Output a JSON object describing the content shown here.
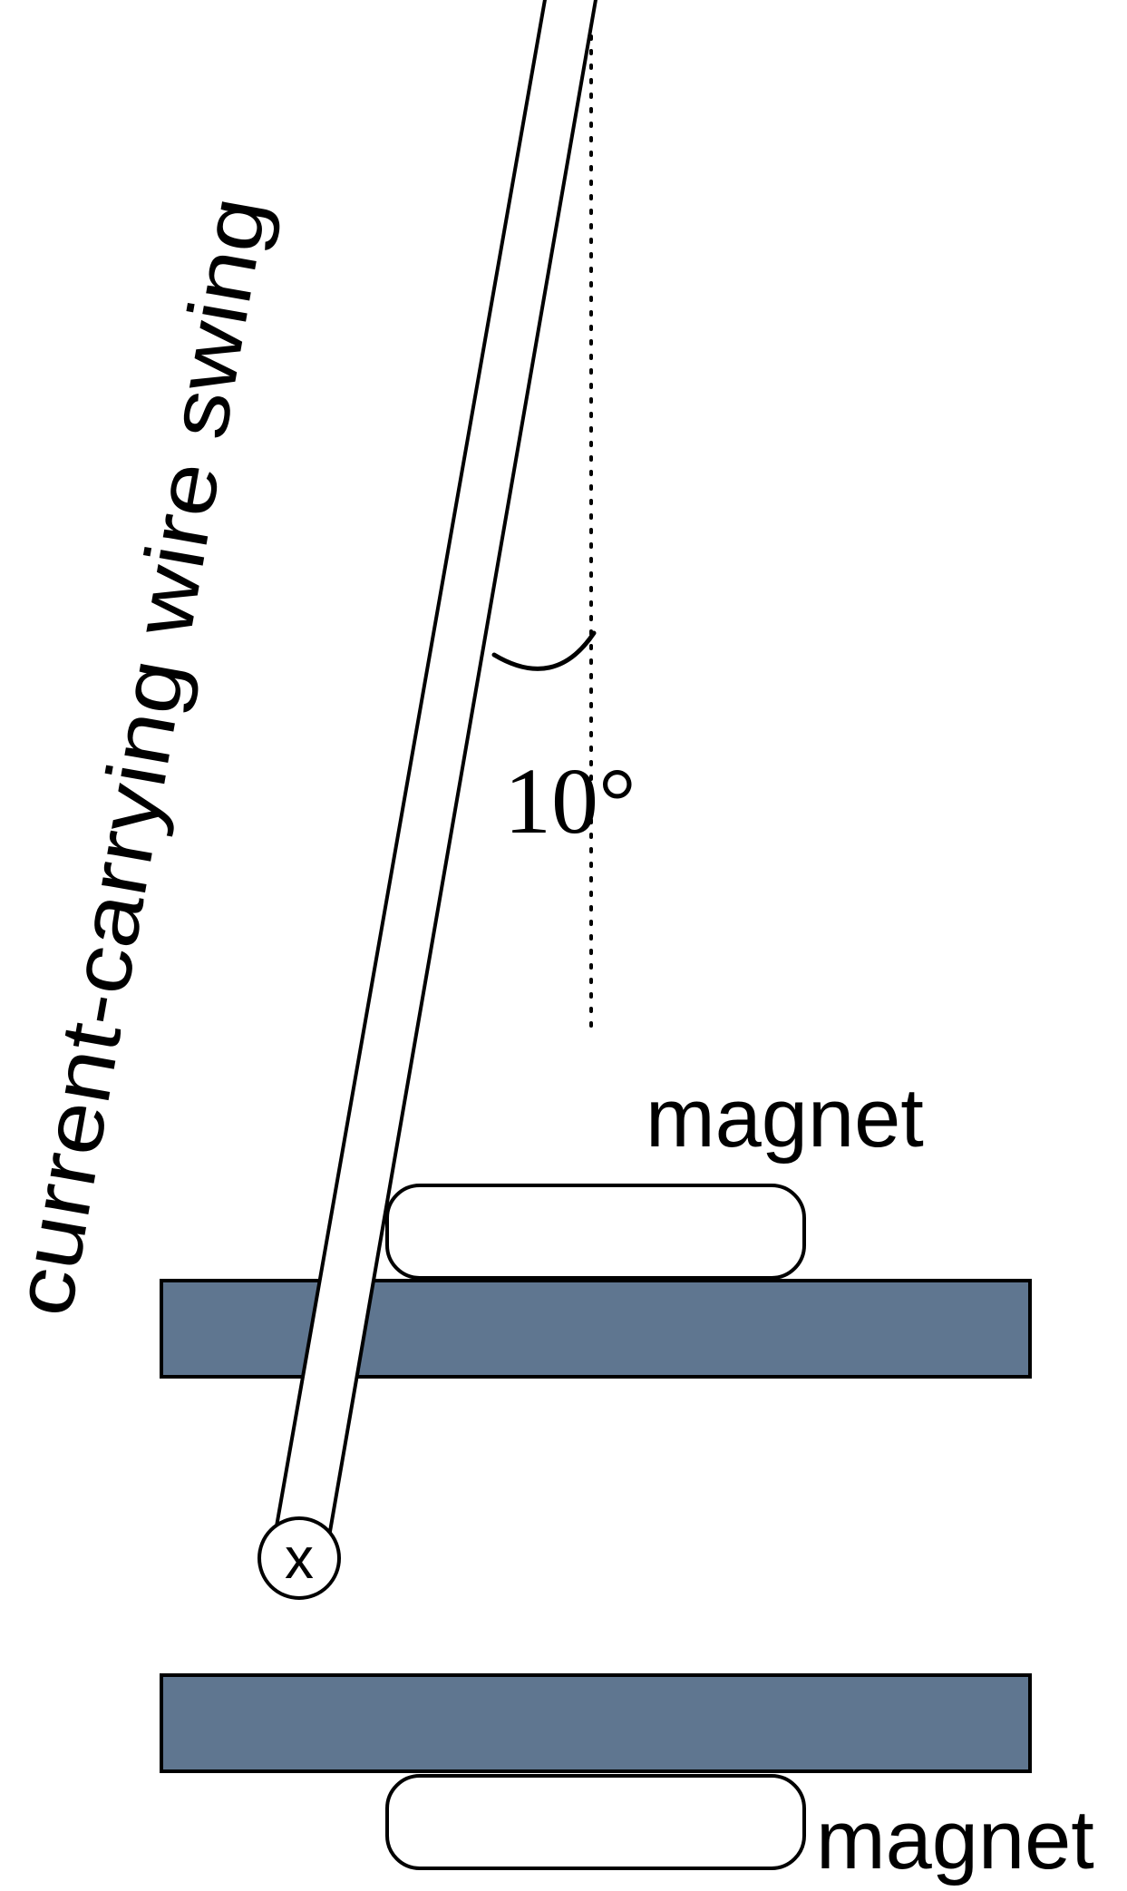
{
  "diagram": {
    "wire_label": "current-carrying wire swing",
    "angle_label": "10°",
    "current_symbol": "x",
    "magnet_top_label": "magnet",
    "magnet_bottom_label": "magnet",
    "plate_color": "#5f7690",
    "line_color": "#000000",
    "background_color": "#ffffff"
  }
}
